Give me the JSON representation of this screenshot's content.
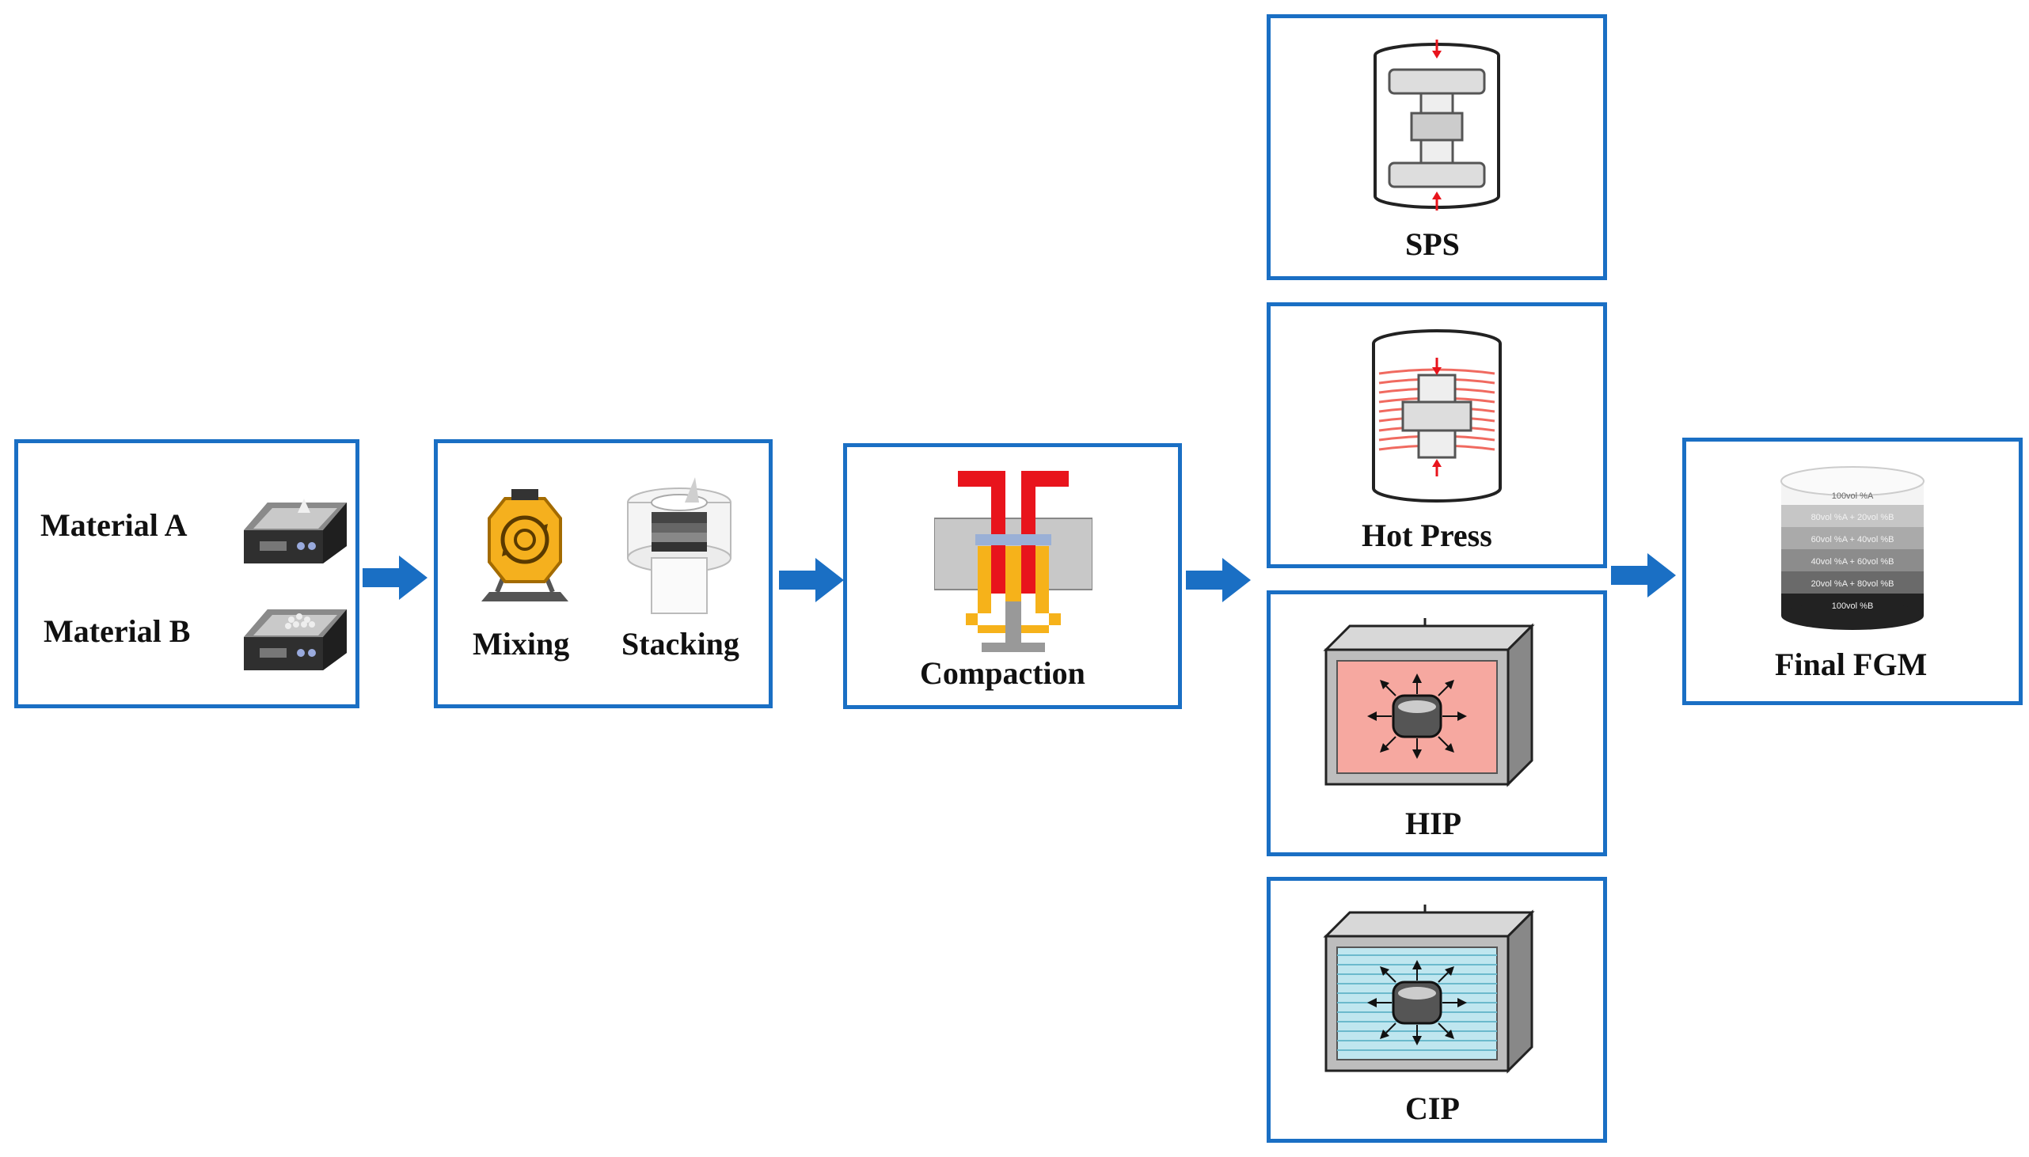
{
  "materials": {
    "material_a": "Material A",
    "material_b": "Material B"
  },
  "process": {
    "mixing": "Mixing",
    "stacking": "Stacking",
    "compaction": "Compaction"
  },
  "sintering": {
    "sps": "SPS",
    "hot_press": "Hot Press",
    "hip": "HIP",
    "cip": "CIP"
  },
  "final": {
    "label": "Final FGM",
    "layers": [
      "100vol %A",
      "80vol %A + 20vol %B",
      "60vol %A + 40vol %B",
      "40vol %A + 60vol %B",
      "20vol %A + 80vol %B",
      "100vol %B"
    ]
  },
  "colors": {
    "box_border": "#1a6fc4",
    "arrow": "#1a6fc4",
    "mixer": "#f5b01e",
    "die_red": "#e8141c",
    "die_yellow": "#f6b21a",
    "hip_fill": "#f6a8a0",
    "cip_fill": "#bfe6ef"
  }
}
